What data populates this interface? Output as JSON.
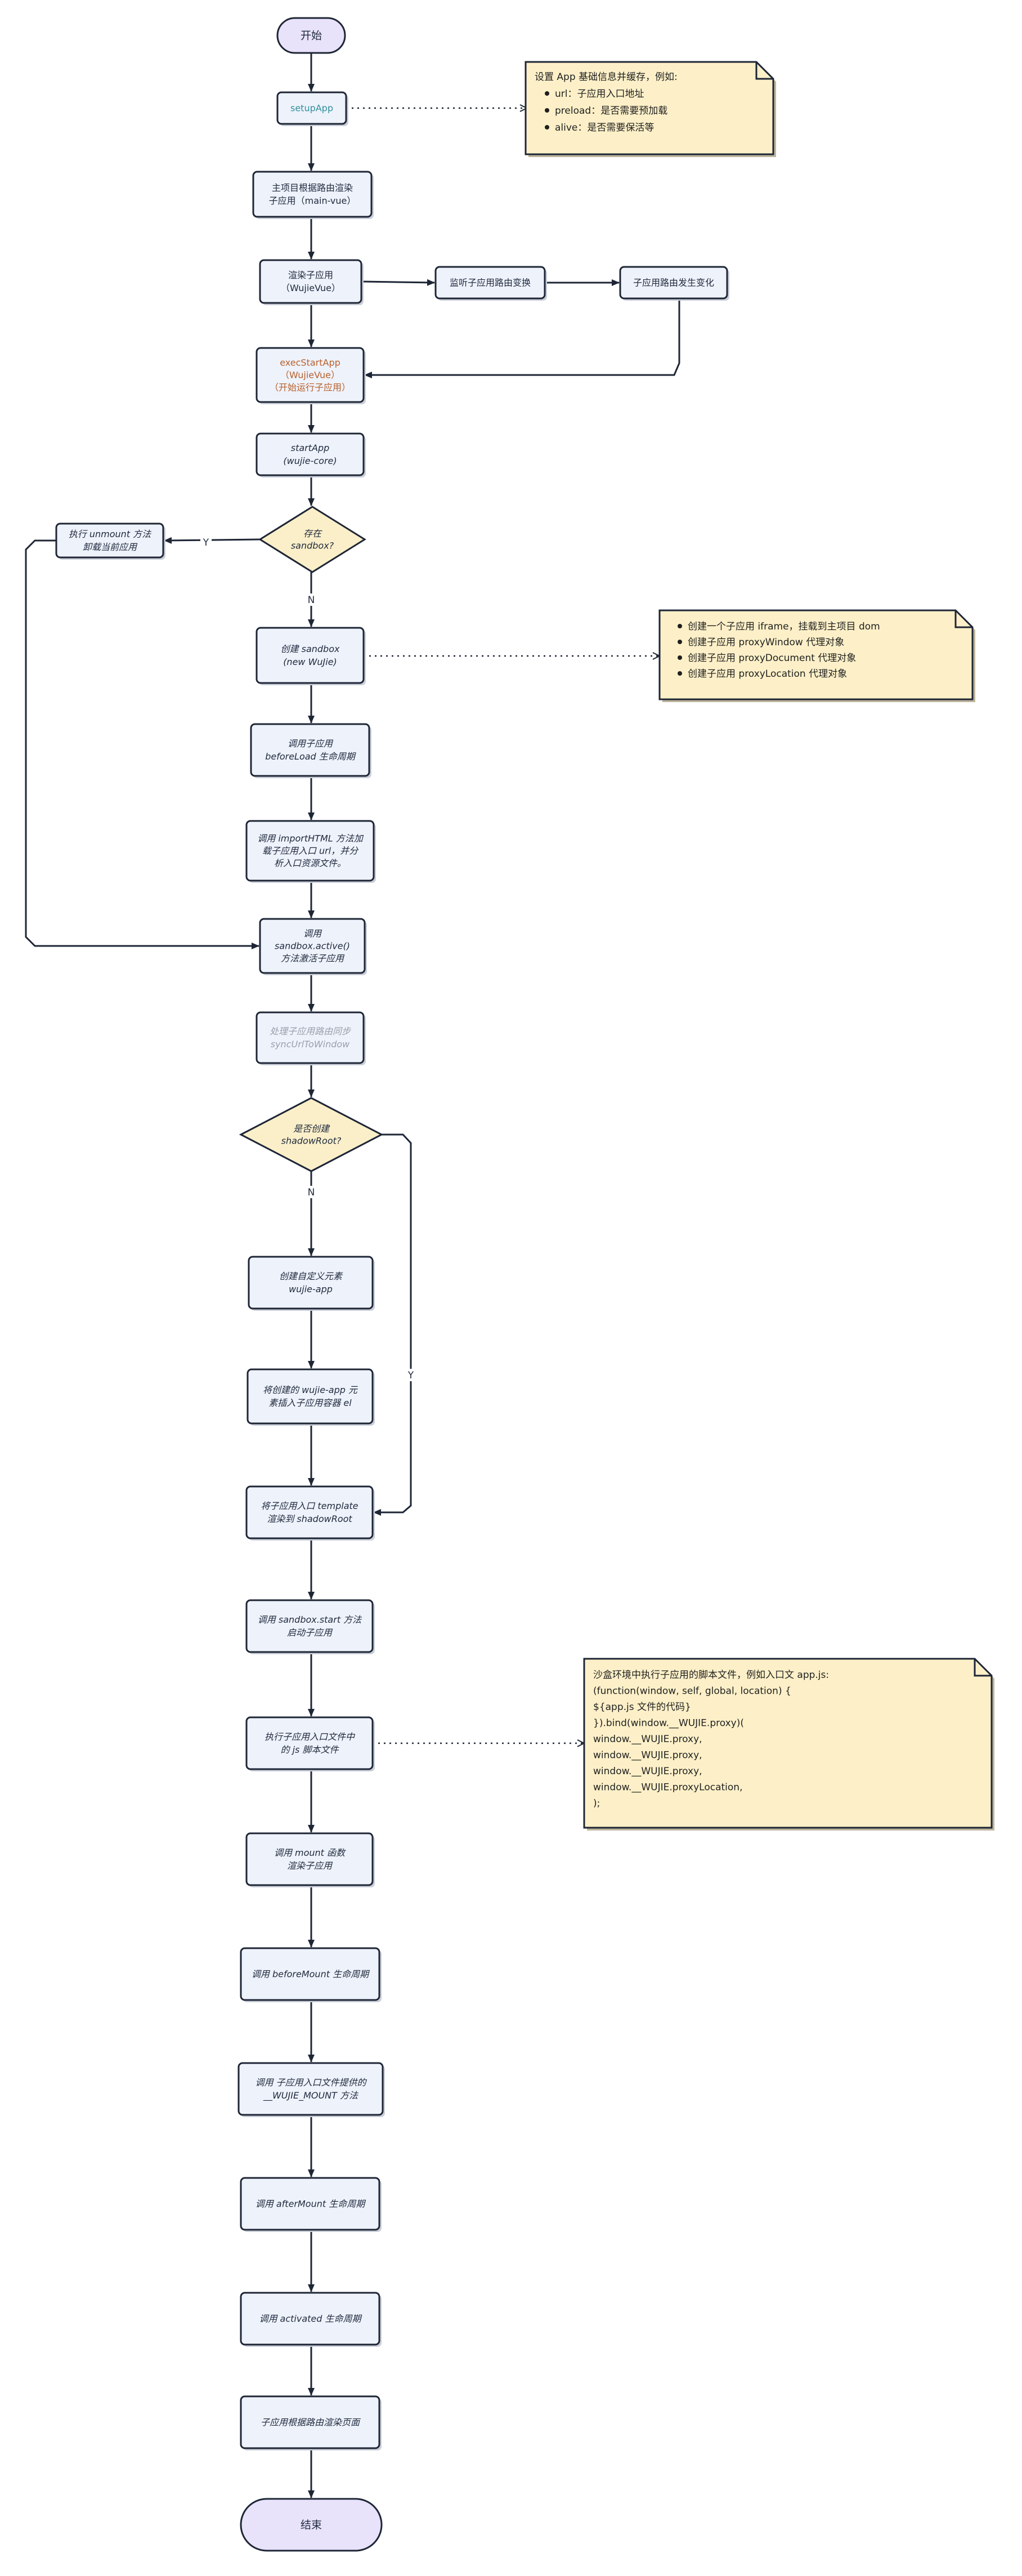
{
  "colors": {
    "process_fill": "#eef2fb",
    "process_stroke": "#1e2636",
    "decision_fill": "#fbefc9",
    "terminal_fill": "#e8e2fb",
    "note_fill": "#fdf0c8",
    "accent_teal": "#2f8f9d",
    "accent_orange": "#b8602a",
    "muted_gray": "#9aa0aa"
  },
  "nodes": {
    "start": "开始",
    "setupApp": "setupApp",
    "main_render": [
      "主项目根据路由渲染",
      "子应用（main-vue）"
    ],
    "render_child": [
      "渲染子应用",
      "（WujieVue）"
    ],
    "listen_route": "监听子应用路由变换",
    "route_change": "子应用路由发生变化",
    "exec_start": [
      "execStartApp",
      "（WujieVue）",
      "（开始运行子应用）"
    ],
    "start_app": [
      "startApp",
      "(wujie-core)"
    ],
    "sandbox_exists": [
      "存在",
      "sandbox?"
    ],
    "unmount": [
      "执行 unmount 方法",
      "卸载当前应用"
    ],
    "create_sandbox": [
      "创建 sandbox",
      "(new WuJie)"
    ],
    "before_load": [
      "调用子应用",
      "beforeLoad 生命周期"
    ],
    "import_html": [
      "调用 importHTML 方法加",
      "载子应用入口 url，并分",
      "析入口资源文件。"
    ],
    "sandbox_active": [
      "调用",
      "sandbox.active()",
      "方法激活子应用"
    ],
    "sync_url": [
      "处理子应用路由同步",
      "syncUrlToWindow"
    ],
    "create_shadow": [
      "是否创建",
      "shadowRoot?"
    ],
    "create_element": [
      "创建自定义元素",
      "wujie-app"
    ],
    "insert_element": [
      "将创建的 wujie-app 元",
      "素插入子应用容器 el"
    ],
    "render_template": [
      "将子应用入口 template",
      "渲染到 shadowRoot"
    ],
    "sandbox_start": [
      "调用 sandbox.start 方法",
      "启动子应用"
    ],
    "exec_js": [
      "执行子应用入口文件中",
      "的 js 脚本文件"
    ],
    "mount": [
      "调用 mount 函数",
      "渲染子应用"
    ],
    "before_mount": "调用 beforeMount 生命周期",
    "wujie_mount": [
      "调用 子应用入口文件提供的",
      "__WUJIE_MOUNT 方法"
    ],
    "after_mount": "调用 afterMount 生命周期",
    "activated": "调用 activated 生命周期",
    "route_render": "子应用根据路由渲染页面",
    "end": "结束"
  },
  "edge_labels": {
    "yes_1": "Y",
    "no_1": "N",
    "no_2": "N",
    "yes_2": "Y"
  },
  "notes": {
    "setup": {
      "title": "设置 App 基础信息并缓存，例如:",
      "items": [
        "url：子应用入口地址",
        "preload：是否需要预加载",
        "alive：是否需要保活等"
      ]
    },
    "sandbox": {
      "items": [
        "创建一个子应用 iframe，挂载到主项目 dom",
        "创建子应用 proxyWindow 代理对象",
        "创建子应用 proxyDocument 代理对象",
        "创建子应用 proxyLocation 代理对象"
      ]
    },
    "script": {
      "lines": [
        "沙盒环境中执行子应用的脚本文件，例如入口文 app.js:",
        "(function(window, self, global, location) {",
        "    ${app.js 文件的代码}",
        "}).bind(window.__WUJIE.proxy)(",
        "  window.__WUJIE.proxy,",
        "  window.__WUJIE.proxy,",
        "  window.__WUJIE.proxy,",
        "  window.__WUJIE.proxyLocation,",
        ");"
      ]
    }
  }
}
